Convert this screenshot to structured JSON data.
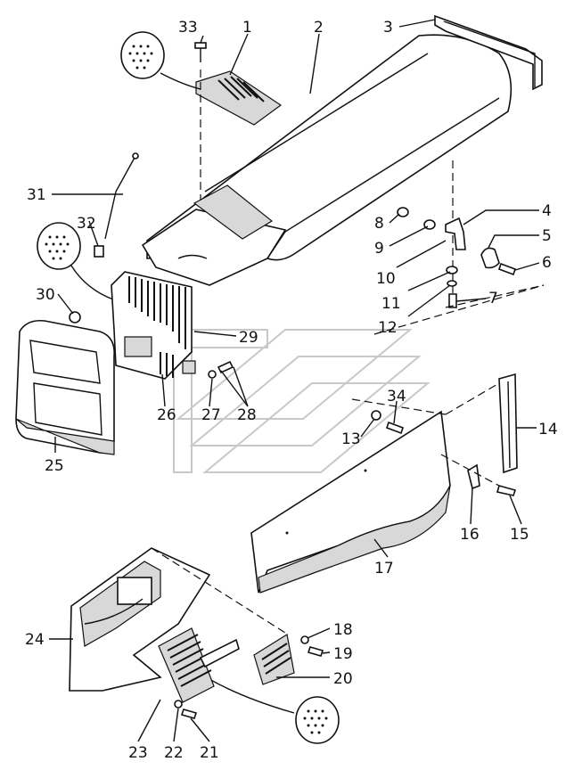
{
  "diagram": {
    "labels": [
      "1",
      "2",
      "3",
      "4",
      "5",
      "6",
      "7",
      "8",
      "9",
      "10",
      "11",
      "12",
      "13",
      "14",
      "15",
      "16",
      "17",
      "18",
      "19",
      "20",
      "21",
      "22",
      "23",
      "24",
      "25",
      "26",
      "27",
      "28",
      "29",
      "30",
      "31",
      "32",
      "33",
      "34"
    ]
  }
}
